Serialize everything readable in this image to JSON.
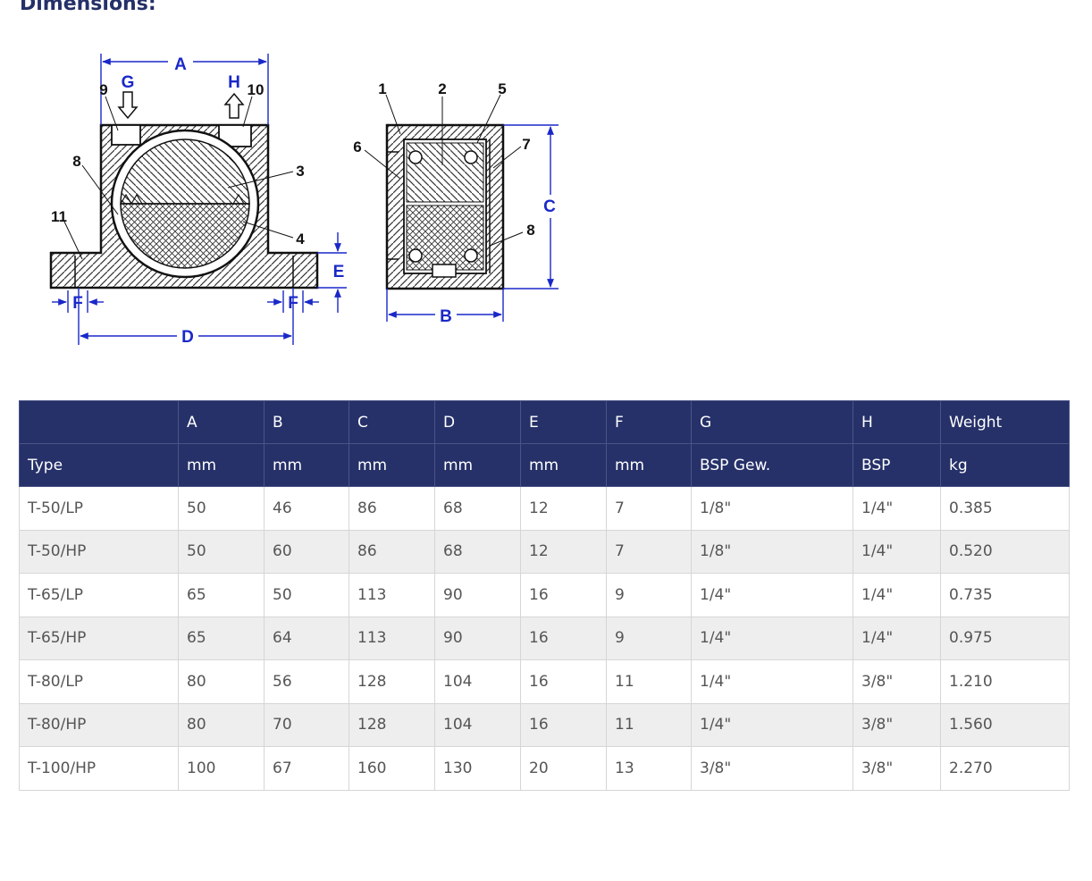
{
  "section": {
    "heading": "Dimensions:"
  },
  "figure": {
    "letters": [
      "A",
      "B",
      "C",
      "D",
      "E",
      "F",
      "F",
      "G",
      "H"
    ],
    "numbers": [
      "1",
      "2",
      "3",
      "4",
      "5",
      "6",
      "7",
      "8",
      "8",
      "9",
      "10",
      "11"
    ]
  },
  "table": {
    "header_row1": [
      "",
      "A",
      "B",
      "C",
      "D",
      "E",
      "F",
      "G",
      "H",
      "Weight"
    ],
    "header_row2": [
      "Type",
      "mm",
      "mm",
      "mm",
      "mm",
      "mm",
      "mm",
      "BSP Gew.",
      "BSP",
      "kg"
    ],
    "rows": [
      [
        "T-50/LP",
        "50",
        "46",
        "86",
        "68",
        "12",
        "7",
        "1/8\"",
        "1/4\"",
        "0.385"
      ],
      [
        "T-50/HP",
        "50",
        "60",
        "86",
        "68",
        "12",
        "7",
        "1/8\"",
        "1/4\"",
        "0.520"
      ],
      [
        "T-65/LP",
        "65",
        "50",
        "113",
        "90",
        "16",
        "9",
        "1/4\"",
        "1/4\"",
        "0.735"
      ],
      [
        "T-65/HP",
        "65",
        "64",
        "113",
        "90",
        "16",
        "9",
        "1/4\"",
        "1/4\"",
        "0.975"
      ],
      [
        "T-80/LP",
        "80",
        "56",
        "128",
        "104",
        "16",
        "11",
        "1/4\"",
        "3/8\"",
        "1.210"
      ],
      [
        "T-80/HP",
        "80",
        "70",
        "128",
        "104",
        "16",
        "11",
        "1/4\"",
        "3/8\"",
        "1.560"
      ],
      [
        "T-100/HP",
        "100",
        "67",
        "160",
        "130",
        "20",
        "13",
        "3/8\"",
        "3/8\"",
        "2.270"
      ]
    ]
  }
}
